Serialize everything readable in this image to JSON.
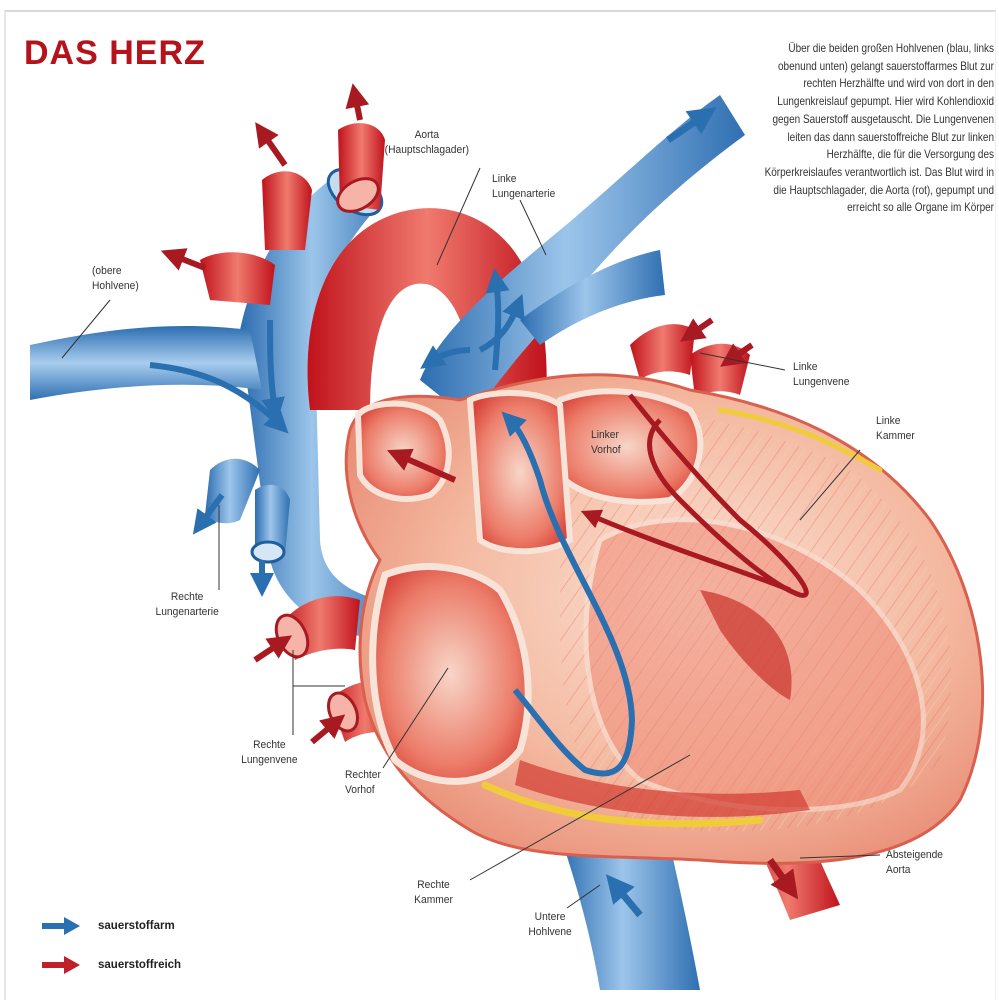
{
  "title": "DAS HERZ",
  "intro_text": "Über die beiden großen Hohlvenen (blau, links obenund unten) gelangt sauerstoffarmes Blut zur rechten Herzhälfte und wird von dort in den Lungenkreislauf gepumpt. Hier wird Kohlendioxid gegen Sauerstoff ausgetauscht. Die Lungenvenen leiten das dann sauerstoffreiche Blut zur linken Herzhälfte, die für die Versorgung des Körperkreislaufes verantwortlich ist. Das Blut wird in die Hauptschlagader, die Aorta (rot), gepumpt und erreicht so alle Organe im Körper",
  "labels": {
    "aorta": [
      "Aorta",
      "(Hauptschlagader)"
    ],
    "linke_lungenarterie": [
      "Linke",
      "Lungenarterie"
    ],
    "obere_hohlvene": [
      "(obere",
      "Hohlvene)"
    ],
    "linke_lungenvene": [
      "Linke",
      "Lungenvene"
    ],
    "linke_kammer": [
      "Linke",
      "Kammer"
    ],
    "linker_vorhof": [
      "Linker",
      "Vorhof"
    ],
    "rechte_lungenarterie": [
      "Rechte",
      "Lungenarterie"
    ],
    "rechte_lungenvene": [
      "Rechte",
      "Lungenvene"
    ],
    "rechter_vorhof": [
      "Rechter",
      "Vorhof"
    ],
    "rechte_kammer": [
      "Rechte",
      "Kammer"
    ],
    "untere_hohlvene": [
      "Untere",
      "Hohlvene"
    ],
    "absteigende_aorta": [
      "Absteigende",
      "Aorta"
    ]
  },
  "legend": [
    {
      "label": "sauerstoffarm",
      "color": "#2a6fb0"
    },
    {
      "label": "sauerstoffreich",
      "color": "#c0202a"
    }
  ],
  "colors": {
    "title": "#b5131c",
    "blood_low_oxygen": "#2a6fb0",
    "blood_high_oxygen": "#c0202a",
    "muscle": "#f2c2a8"
  }
}
